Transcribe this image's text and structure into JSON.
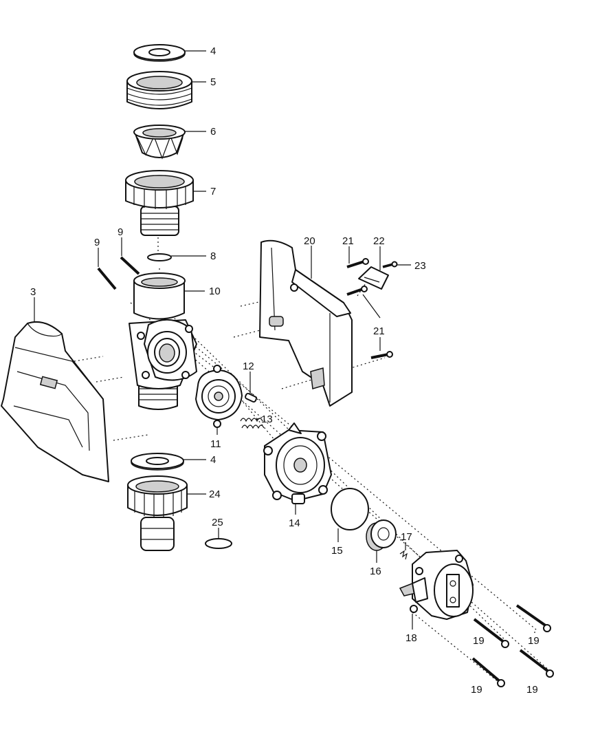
{
  "callouts": [
    {
      "id": "c4a",
      "text": "4"
    },
    {
      "id": "c5",
      "text": "5"
    },
    {
      "id": "c6",
      "text": "6"
    },
    {
      "id": "c7",
      "text": "7"
    },
    {
      "id": "c8",
      "text": "8"
    },
    {
      "id": "c9a",
      "text": "9"
    },
    {
      "id": "c9b",
      "text": "9"
    },
    {
      "id": "c10",
      "text": "10"
    },
    {
      "id": "c3",
      "text": "3"
    },
    {
      "id": "c20",
      "text": "20"
    },
    {
      "id": "c21a",
      "text": "21"
    },
    {
      "id": "c22",
      "text": "22"
    },
    {
      "id": "c23",
      "text": "23"
    },
    {
      "id": "c21b",
      "text": "21"
    },
    {
      "id": "c12",
      "text": "12"
    },
    {
      "id": "c13",
      "text": "13"
    },
    {
      "id": "c11",
      "text": "11"
    },
    {
      "id": "c4b",
      "text": "4"
    },
    {
      "id": "c24",
      "text": "24"
    },
    {
      "id": "c25",
      "text": "25"
    },
    {
      "id": "c14",
      "text": "14"
    },
    {
      "id": "c15",
      "text": "15"
    },
    {
      "id": "c16",
      "text": "16"
    },
    {
      "id": "c17",
      "text": "17"
    },
    {
      "id": "c18",
      "text": "18"
    },
    {
      "id": "c19a",
      "text": "19"
    },
    {
      "id": "c19b",
      "text": "19"
    },
    {
      "id": "c19c",
      "text": "19"
    },
    {
      "id": "c19d",
      "text": "19"
    }
  ]
}
